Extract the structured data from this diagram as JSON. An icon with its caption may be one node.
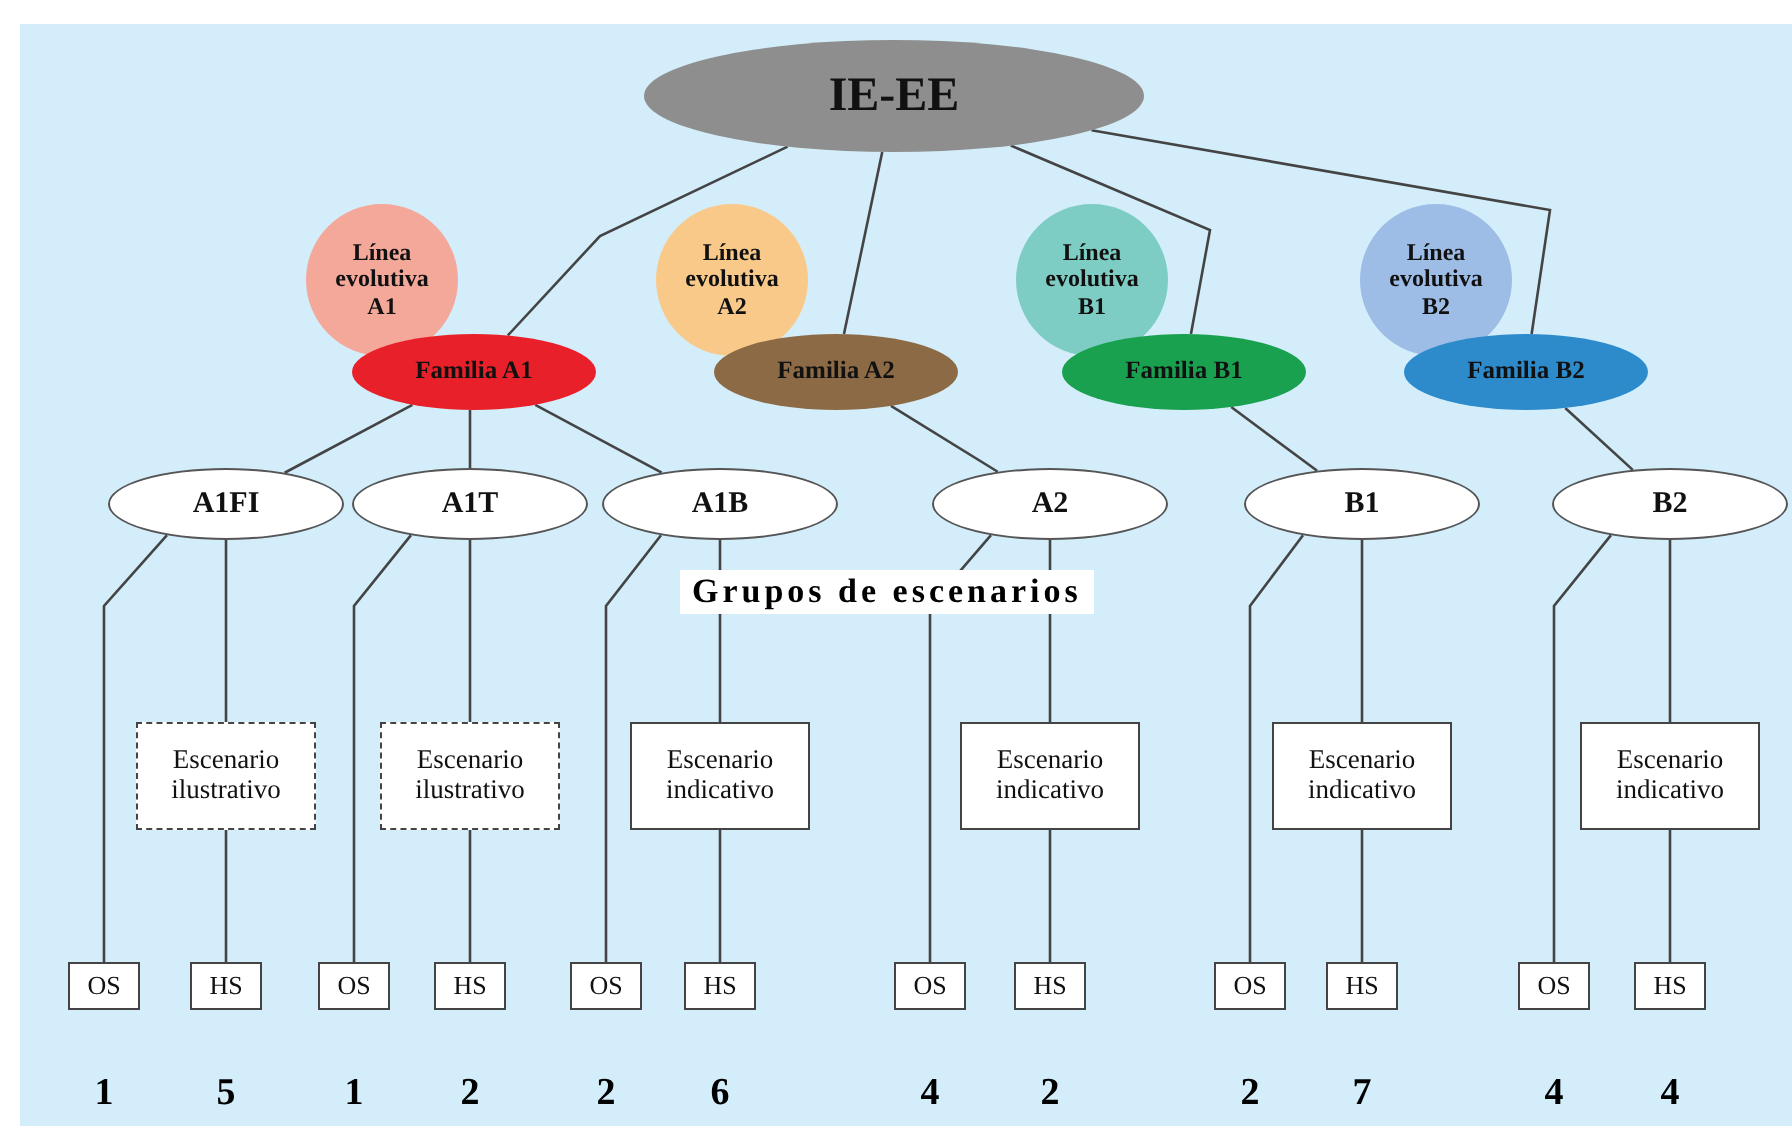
{
  "diagram": {
    "nodes": [
      {
        "text": [
          "IE-EE"
        ]
      },
      {
        "text": [
          "Línea evolutiva A1"
        ]
      },
      {
        "text": [
          "Familia A1"
        ]
      },
      {
        "text": [
          "Línea evolutiva A2"
        ]
      },
      {
        "text": [
          "Familia A2"
        ]
      },
      {
        "text": [
          "Línea evolutiva B1"
        ]
      },
      {
        "text": [
          "Familia B1"
        ]
      },
      {
        "text": [
          "Línea evolutiva B2"
        ]
      },
      {
        "text": [
          "Familia B2"
        ]
      },
      {
        "text": [
          "A1FI"
        ]
      },
      {
        "text": [
          "A1T"
        ]
      },
      {
        "text": [
          "A1B"
        ]
      },
      {
        "text": [
          "A2"
        ]
      },
      {
        "text": [
          "B1"
        ]
      },
      {
        "text": [
          "B2"
        ]
      },
      {
        "text": [
          "Escenario ilustrativo"
        ]
      },
      {
        "text": [
          "Escenario ilustrativo"
        ]
      },
      {
        "text": [
          "Escenario indicativo"
        ]
      },
      {
        "text": [
          "Escenario indicativo"
        ]
      },
      {
        "text": [
          "Escenario indicativo"
        ]
      },
      {
        "text": [
          "Escenario indicativo"
        ]
      },
      {
        "text": [
          "OS"
        ],
        "beside": [
          "1"
        ]
      },
      {
        "text": [
          "HS"
        ],
        "beside": [
          "5"
        ]
      },
      {
        "text": [
          "OS"
        ],
        "beside": [
          "1"
        ]
      },
      {
        "text": [
          "HS"
        ],
        "beside": [
          "2"
        ]
      },
      {
        "text": [
          "OS"
        ],
        "beside": [
          "2"
        ]
      },
      {
        "text": [
          "HS"
        ],
        "beside": [
          "6"
        ]
      },
      {
        "text": [
          "OS"
        ],
        "beside": [
          "4"
        ]
      },
      {
        "text": [
          "HS"
        ],
        "beside": [
          "2"
        ]
      },
      {
        "text": [
          "OS"
        ],
        "beside": [
          "2"
        ]
      },
      {
        "text": [
          "HS"
        ],
        "beside": [
          "7"
        ]
      },
      {
        "text": [
          "OS"
        ],
        "beside": [
          "4"
        ]
      },
      {
        "text": [
          "HS"
        ],
        "beside": [
          "4"
        ]
      }
    ],
    "edges": [
      {
        "from": 0,
        "to": 2,
        "arrow": "none"
      },
      {
        "from": 0,
        "to": 4,
        "arrow": "none"
      },
      {
        "from": 0,
        "to": 6,
        "arrow": "none"
      },
      {
        "from": 0,
        "to": 8,
        "arrow": "none"
      },
      {
        "from": 2,
        "to": 9,
        "arrow": "none"
      },
      {
        "from": 2,
        "to": 10,
        "arrow": "none"
      },
      {
        "from": 2,
        "to": 11,
        "arrow": "none"
      },
      {
        "from": 4,
        "to": 12,
        "arrow": "none"
      },
      {
        "from": 6,
        "to": 13,
        "arrow": "none"
      },
      {
        "from": 8,
        "to": 14,
        "arrow": "none"
      },
      {
        "from": 9,
        "to": 21,
        "arrow": "none"
      },
      {
        "from": 9,
        "to": 15,
        "arrow": "none"
      },
      {
        "from": 15,
        "to": 22,
        "arrow": "none"
      },
      {
        "from": 10,
        "to": 23,
        "arrow": "none"
      },
      {
        "from": 10,
        "to": 16,
        "arrow": "none"
      },
      {
        "from": 16,
        "to": 24,
        "arrow": "none"
      },
      {
        "from": 11,
        "to": 25,
        "arrow": "none"
      },
      {
        "from": 11,
        "to": 17,
        "arrow": "none"
      },
      {
        "from": 17,
        "to": 26,
        "arrow": "none"
      },
      {
        "from": 12,
        "to": 27,
        "arrow": "none"
      },
      {
        "from": 12,
        "to": 18,
        "arrow": "none"
      },
      {
        "from": 18,
        "to": 28,
        "arrow": "none"
      },
      {
        "from": 13,
        "to": 29,
        "arrow": "none"
      },
      {
        "from": 13,
        "to": 19,
        "arrow": "none"
      },
      {
        "from": 19,
        "to": 30,
        "arrow": "none"
      },
      {
        "from": 14,
        "to": 31,
        "arrow": "none"
      },
      {
        "from": 14,
        "to": 20,
        "arrow": "none"
      },
      {
        "from": 20,
        "to": 32,
        "arrow": "none"
      }
    ],
    "labels": [
      "Grupos de escenarios"
    ]
  }
}
